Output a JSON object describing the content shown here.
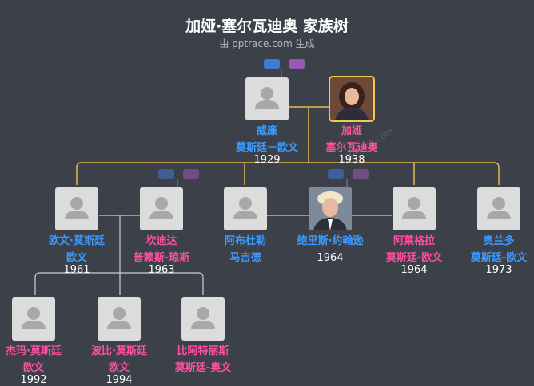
{
  "header": {
    "title": "加娅·塞尔瓦迪奥 家族树",
    "subtitle": "由 pptrace.com 生成"
  },
  "watermark": "pptrace.com",
  "colors": {
    "background": "#3c4048",
    "male": "#3b9bff",
    "female": "#ff4fa2",
    "line_marriage": "#e8b84a",
    "line_child": "#d0d0d0"
  },
  "generation1": [
    {
      "name1": "威廉",
      "name2": "莫斯廷－欧文",
      "year": "1929",
      "gender": "male",
      "photo": "placeholder"
    },
    {
      "name1": "加娅",
      "name2": "塞尔瓦迪奥",
      "year": "1938",
      "gender": "female",
      "photo": "portrait"
    }
  ],
  "generation2": [
    {
      "name1": "欧文·莫斯廷",
      "name2": "欧文",
      "year": "1961",
      "gender": "male",
      "photo": "placeholder"
    },
    {
      "name1": "坎迪达",
      "name2": "普赖斯-琼斯",
      "year": "1963",
      "gender": "female",
      "photo": "placeholder"
    },
    {
      "name1": "阿布杜勒",
      "name2": "马吉德",
      "year": "",
      "gender": "male",
      "photo": "placeholder"
    },
    {
      "name1": "鲍里斯·约翰逊",
      "name2": "",
      "year": "1964",
      "gender": "male",
      "photo": "portrait"
    },
    {
      "name1": "阿莱格拉",
      "name2": "莫斯廷-欧文",
      "year": "1964",
      "gender": "female",
      "photo": "placeholder"
    },
    {
      "name1": "奥兰多",
      "name2": "莫斯廷-欧文",
      "year": "1973",
      "gender": "male",
      "photo": "placeholder"
    }
  ],
  "generation3": [
    {
      "name1": "杰玛·莫斯廷",
      "name2": "欧文",
      "year": "1992",
      "gender": "female",
      "photo": "placeholder"
    },
    {
      "name1": "波比·莫斯廷",
      "name2": "欧文",
      "year": "1994",
      "gender": "female",
      "photo": "placeholder"
    },
    {
      "name1": "比阿特丽斯",
      "name2": "莫斯廷-奥文",
      "year": "",
      "gender": "female",
      "photo": "placeholder"
    }
  ]
}
